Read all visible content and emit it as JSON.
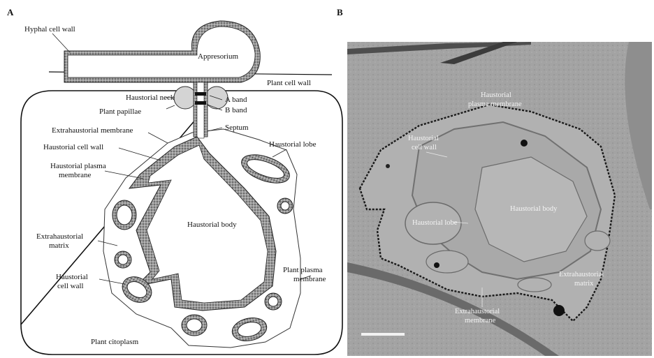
{
  "panel_a": {
    "letter": "A",
    "labels": {
      "hyphal_cell_wall": "Hyphal cell wall",
      "appresorium": "Appresorium",
      "plant_cell_wall": "Plant cell wall",
      "haustorial_neck": "Haustorial neck",
      "a_band": "A band",
      "plant_papillae": "Plant papillae",
      "b_band": "B band",
      "extrahaustorial_membrane": "Extrahaustorial membrane",
      "septum": "Septum",
      "haustorial_cell_wall": "Haustorial cell wall",
      "haustorial_lobe": "Haustorial lobe",
      "haustorial_plasma_membrane_1": "Haustorial plasma",
      "haustorial_plasma_membrane_2": "membrane",
      "haustorial_body": "Haustorial body",
      "extrahaustorial_matrix_1": "Extrahaustorial",
      "extrahaustorial_matrix_2": "matrix",
      "haustorial_cell_wall2_1": "Haustorial",
      "haustorial_cell_wall2_2": "cell wall",
      "plant_plasma_membrane_1": "Plant plasma",
      "plant_plasma_membrane_2": "membrane",
      "plant_citoplasm": "Plant citoplasm"
    }
  },
  "panel_b": {
    "letter": "B",
    "labels": {
      "haustorial_plasma_membrane_1": "Haustorial",
      "haustorial_plasma_membrane_2": "plasma membrane",
      "haustorial_cell_wall_1": "Haustorial",
      "haustorial_cell_wall_2": "cell wall",
      "haustorial_body": "Haustorial body",
      "haustorial_lobe": "Haustorial lobe",
      "extrahaustorial_matrix_1": "Extrahaustorial",
      "extrahaustorial_matrix_2": "matrix",
      "extrahaustorial_membrane_1": "Extrahaustorial",
      "extrahaustorial_membrane_2": "membrane"
    }
  },
  "colors": {
    "wall_fill": "#8a8a8a",
    "papillae_fill": "#d4d4d4",
    "micrograph_bg": "#9c9c9c",
    "micrograph_dark": "#5a5a5a"
  },
  "icons": [
    "scale-bar"
  ]
}
